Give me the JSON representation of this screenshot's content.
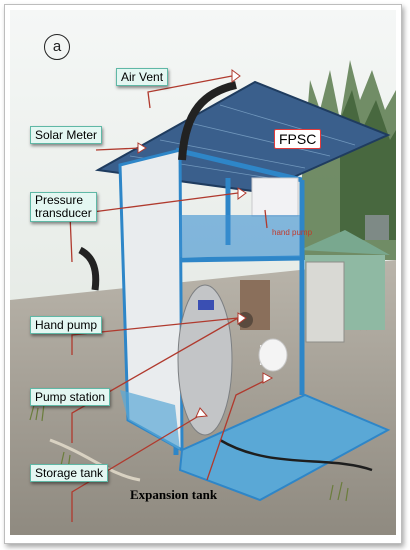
{
  "figure": {
    "panel_label": "a",
    "labels": {
      "air_vent": "Air Vent",
      "solar_meter": "Solar Meter",
      "fpsc": "FPSC",
      "pressure_transducer_line1": "Pressure",
      "pressure_transducer_line2": "transducer",
      "hand_pump": "Hand pump",
      "hand_pump_small": "hand pump",
      "pump_station": "Pump station",
      "storage_tank": "Storage tank",
      "expansion_tank": "Expansion tank"
    },
    "colors": {
      "frame_blue": "#2e86c8",
      "collector": "#3a5f8c",
      "platform": "#5aa8d6",
      "label_bg": "#e4f7f2",
      "label_border": "#5fb8a6",
      "leader_line": "#b03a2e",
      "fpsc_border": "#e23c3c"
    }
  }
}
